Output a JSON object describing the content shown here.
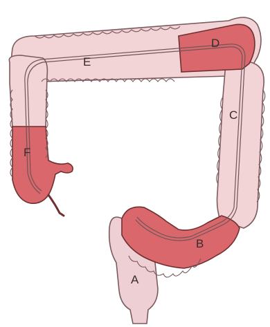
{
  "labels": {
    "a": "A",
    "b": "B",
    "c": "C",
    "d": "D",
    "e": "E",
    "f": "F"
  },
  "highlighted_segments": [
    "B",
    "D",
    "F"
  ],
  "colors": {
    "normal_tissue": "#f2d3d6",
    "normal_outline": "#7a5a5e",
    "highlight_tissue": "#d9676b",
    "highlight_outline": "#6e2f30",
    "lumen_line": "#6d5558",
    "rectum_tissue": "#eecfd3"
  }
}
